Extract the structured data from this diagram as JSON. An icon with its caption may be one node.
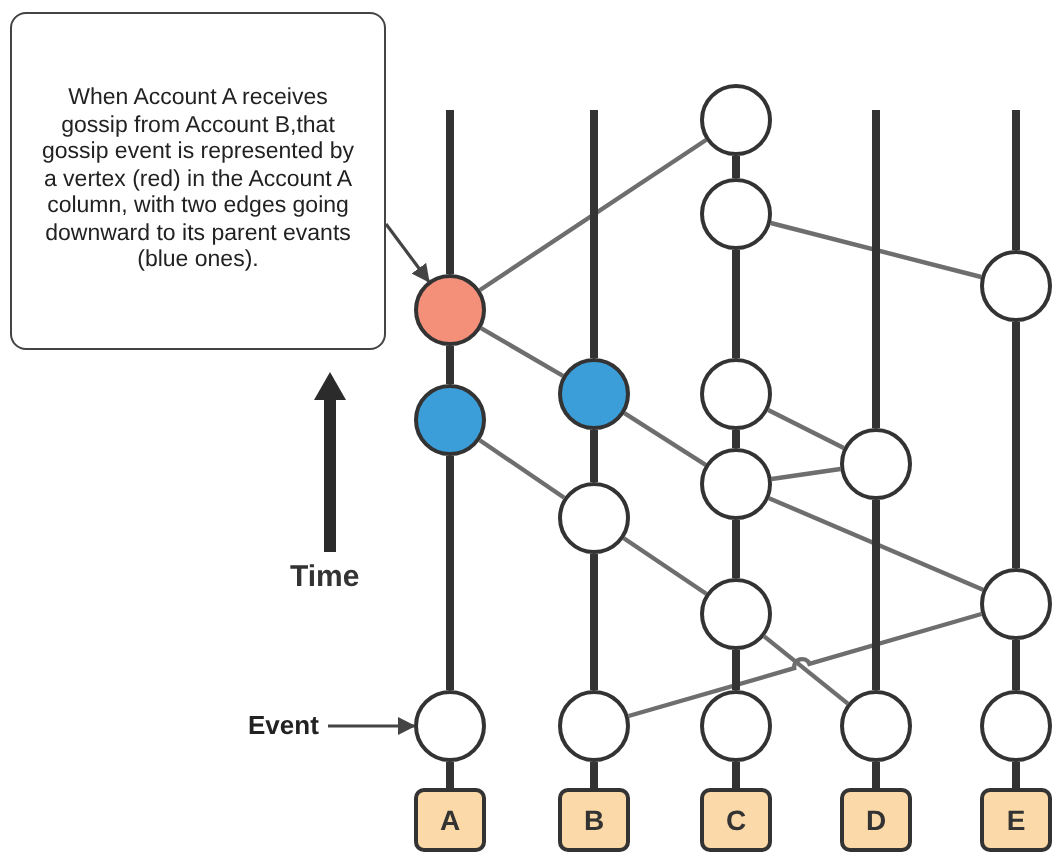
{
  "diagram": {
    "nodes": [
      {
        "text": [
          "When Account A receives gossip  from Account B,that gossip event is represented by a vertex (red) in the Account A column, with two edges going downward to its parent evants (blue ones)."
        ]
      },
      {
        "text": [],
        "shape": "circle"
      },
      {
        "text": [],
        "shape": "circle"
      },
      {
        "text": [],
        "shape": "circle"
      },
      {
        "text": [],
        "shape": "circle"
      },
      {
        "text": [],
        "shape": "circle"
      },
      {
        "text": [],
        "shape": "circle"
      },
      {
        "text": [],
        "shape": "circle"
      },
      {
        "text": [],
        "shape": "circle"
      },
      {
        "text": [],
        "shape": "circle"
      },
      {
        "text": [],
        "shape": "circle"
      },
      {
        "text": [],
        "shape": "circle"
      },
      {
        "text": [],
        "shape": "circle"
      },
      {
        "text": [
          "Event"
        ]
      },
      {
        "text": [],
        "shape": "circle"
      },
      {
        "text": [],
        "shape": "circle"
      },
      {
        "text": [],
        "shape": "circle"
      },
      {
        "text": [],
        "shape": "circle"
      },
      {
        "text": [],
        "shape": "circle"
      },
      {
        "text": [
          "A"
        ]
      },
      {
        "text": [
          "B"
        ]
      },
      {
        "text": [
          "C"
        ]
      },
      {
        "text": [
          "D"
        ]
      },
      {
        "text": [
          "E"
        ]
      }
    ],
    "edges": [
      {
        "from": 0,
        "to": 4,
        "arrow": "to"
      },
      {
        "from": 13,
        "to": 14,
        "arrow": "to"
      },
      {
        "from": 4,
        "to": 1,
        "arrow": "none",
        "color": "#6e6e6e"
      },
      {
        "from": 4,
        "to": 5,
        "arrow": "none",
        "color": "#6e6e6e"
      },
      {
        "from": 2,
        "to": 3,
        "arrow": "none",
        "color": "#6e6e6e"
      },
      {
        "from": 6,
        "to": 8,
        "arrow": "none",
        "color": "#6e6e6e"
      },
      {
        "from": 5,
        "to": 9,
        "arrow": "none",
        "color": "#6e6e6e"
      },
      {
        "from": 7,
        "to": 10,
        "arrow": "none",
        "color": "#6e6e6e"
      },
      {
        "from": 9,
        "to": 8,
        "arrow": "none",
        "color": "#6e6e6e"
      },
      {
        "from": 9,
        "to": 11,
        "arrow": "none",
        "color": "#6e6e6e"
      },
      {
        "from": 10,
        "to": 12,
        "arrow": "none",
        "color": "#6e6e6e"
      },
      {
        "from": 12,
        "to": 17,
        "arrow": "none",
        "color": "#6e6e6e"
      },
      {
        "from": 15,
        "to": 11,
        "arrow": "none",
        "color": "#6e6e6e"
      },
      {
        "from": 4,
        "to": null,
        "arrow": "none"
      },
      {
        "from": 4,
        "to": 7,
        "arrow": "none"
      },
      {
        "from": 7,
        "to": 14,
        "arrow": "none"
      },
      {
        "from": 14,
        "to": 19,
        "arrow": "none"
      },
      {
        "from": 5,
        "to": null,
        "arrow": "none"
      },
      {
        "from": 5,
        "to": 10,
        "arrow": "none"
      },
      {
        "from": 10,
        "to": 15,
        "arrow": "none"
      },
      {
        "from": 15,
        "to": 20,
        "arrow": "none"
      },
      {
        "from": 1,
        "to": 2,
        "arrow": "none"
      },
      {
        "from": 2,
        "to": 6,
        "arrow": "none"
      },
      {
        "from": 6,
        "to": 9,
        "arrow": "none"
      },
      {
        "from": 9,
        "to": 12,
        "arrow": "none"
      },
      {
        "from": 12,
        "to": 16,
        "arrow": "none"
      },
      {
        "from": 16,
        "to": 21,
        "arrow": "none"
      },
      {
        "from": 8,
        "to": null,
        "arrow": "none"
      },
      {
        "from": 8,
        "to": 17,
        "arrow": "none"
      },
      {
        "from": 17,
        "to": 22,
        "arrow": "none"
      },
      {
        "from": 3,
        "to": null,
        "arrow": "none"
      },
      {
        "from": 3,
        "to": 11,
        "arrow": "none"
      },
      {
        "from": 11,
        "to": 18,
        "arrow": "none"
      },
      {
        "from": 18,
        "to": 23,
        "arrow": "none"
      }
    ],
    "labels": [
      "Time"
    ]
  }
}
